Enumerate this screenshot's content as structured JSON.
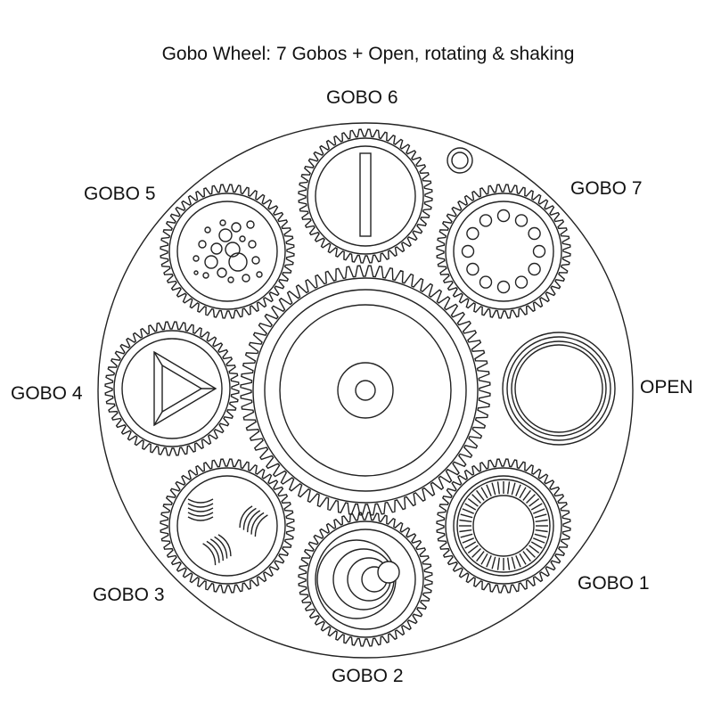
{
  "title": "Gobo Wheel: 7 Gobos + Open, rotating & shaking",
  "labels": {
    "gobo6": "GOBO 6",
    "gobo5": "GOBO 5",
    "gobo7": "GOBO 7",
    "gobo4": "GOBO 4",
    "open": "OPEN",
    "gobo3": "GOBO 3",
    "gobo1": "GOBO 1",
    "gobo2": "GOBO 2"
  },
  "colors": {
    "line": "#222222",
    "background": "#ffffff"
  }
}
